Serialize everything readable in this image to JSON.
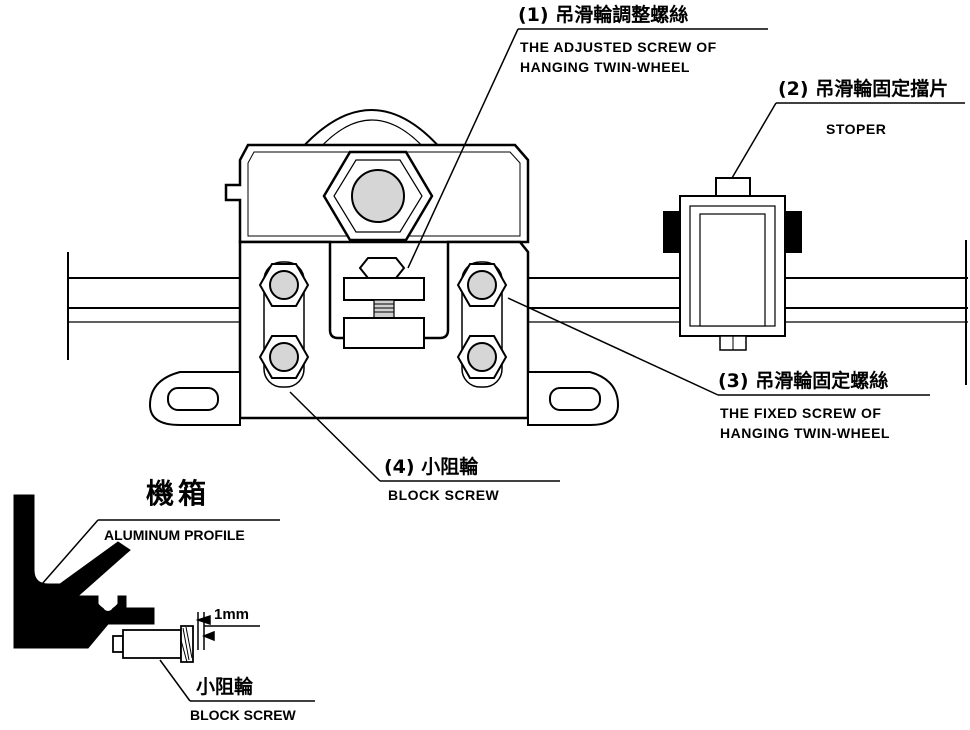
{
  "callouts": {
    "c1": {
      "cn": "(1) 吊滑輪調整螺絲",
      "en_line1": "THE  ADJUSTED  SCREW OF",
      "en_line2": "HANGING  TWIN-WHEEL"
    },
    "c2": {
      "cn": "(2) 吊滑輪固定擋片",
      "en": "STOPER"
    },
    "c3": {
      "cn": "(3) 吊滑輪固定螺絲",
      "en_line1": "THE  FIXED  SCREW  OF",
      "en_line2": "HANGING TWIN-WHEEL"
    },
    "c4": {
      "cn": "(4) 小阻輪",
      "en": "BLOCK SCREW"
    }
  },
  "detail": {
    "title": "機箱",
    "profile_label": "ALUMINUM PROFILE",
    "gap_label": "1mm",
    "screw_cn": "小阻輪",
    "screw_en": "BLOCK SCREW"
  }
}
